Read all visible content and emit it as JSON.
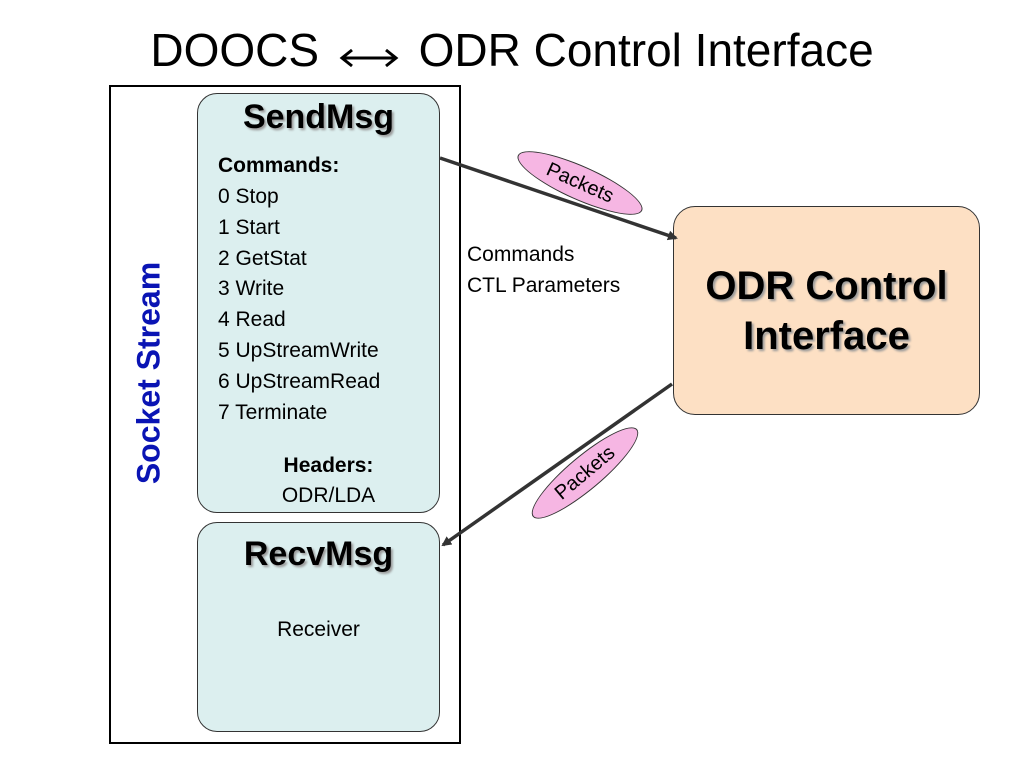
{
  "title": {
    "left": "DOOCS",
    "right": "ODR Control Interface",
    "connector_icon": "double-arrow-icon"
  },
  "socket_stream": {
    "label": "Socket Stream",
    "color": "#0a14b4"
  },
  "send_msg": {
    "title": "SendMsg",
    "commands_heading": "Commands:",
    "commands": [
      "0 Stop",
      "1 Start",
      "2 GetStat",
      "3 Write",
      "4 Read",
      "5 UpStreamWrite",
      "6 UpStreamRead",
      "7 Terminate"
    ],
    "headers_heading": "Headers:",
    "headers_value": "ODR/LDA",
    "fill_color": "#dcefef"
  },
  "recv_msg": {
    "title": "RecvMsg",
    "text": "Receiver",
    "fill_color": "#dcefef"
  },
  "odr_box": {
    "line1": "ODR Control",
    "line2": "Interface",
    "fill_color": "#fde0c4"
  },
  "side_label": {
    "line1": "Commands",
    "line2": "CTL Parameters"
  },
  "packets": {
    "top_label": "Packets",
    "bottom_label": "Packets",
    "fill_color": "#f6b6e3"
  }
}
